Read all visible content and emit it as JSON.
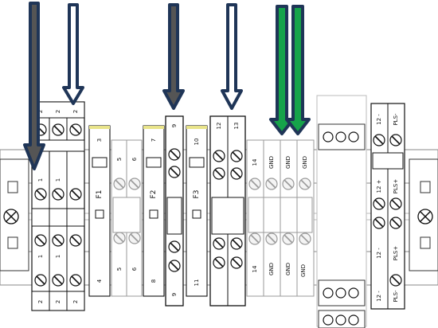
{
  "diagram": {
    "top_wires": [
      "2",
      "2",
      "2"
    ],
    "bottom_wires": [
      "2",
      "2",
      "2"
    ],
    "group_a_mid": [
      "1",
      "1"
    ],
    "group_a_bottom": [
      "1",
      "1"
    ],
    "fuses": [
      {
        "name": "F1",
        "top": "3",
        "bottom": "4"
      },
      {
        "name": "F2",
        "top": "7",
        "bottom": "8"
      },
      {
        "name": "F3",
        "top": "10",
        "bottom": "11"
      }
    ],
    "gray_top": [
      "5",
      "6"
    ],
    "gray_bottom": [
      "5",
      "6"
    ],
    "block_9": {
      "top": "9",
      "bottom": "9"
    },
    "block_12_13": {
      "top": [
        "12",
        "13"
      ]
    },
    "gnd_top": [
      "14",
      "GND",
      "GND",
      "GND"
    ],
    "gnd_bottom": [
      "14",
      "GND",
      "GND",
      "GND"
    ],
    "right_group": {
      "top": [
        "12 -",
        "PLS-"
      ],
      "mid": [
        "12 +",
        "PLS+"
      ],
      "lower": [
        "12 -",
        "PLS+"
      ],
      "bottom": [
        "12 -",
        "PLS-"
      ]
    },
    "arrow_colors": {
      "dark_outline": "#1f3557",
      "gray_fill": "#555555",
      "green": "#16a34a"
    }
  }
}
